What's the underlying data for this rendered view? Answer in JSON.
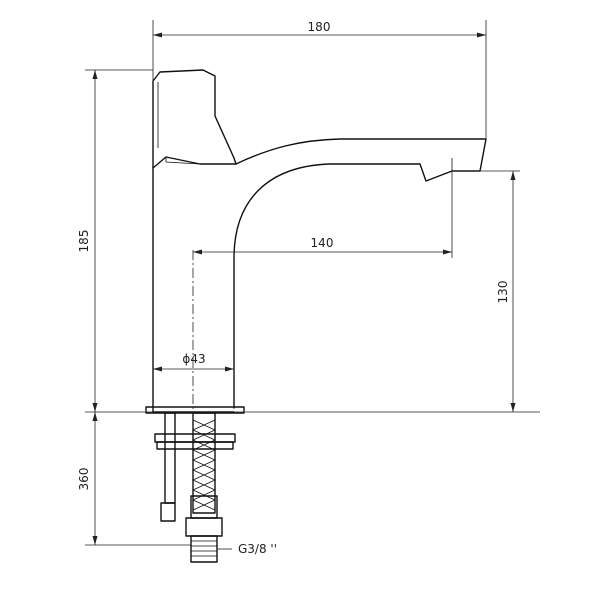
{
  "dimensions": {
    "width_top": "180",
    "height_left": "185",
    "reach": "140",
    "spout_height": "130",
    "diameter": "ϕ43",
    "hose_length": "360",
    "thread": "G3/8 ''"
  }
}
